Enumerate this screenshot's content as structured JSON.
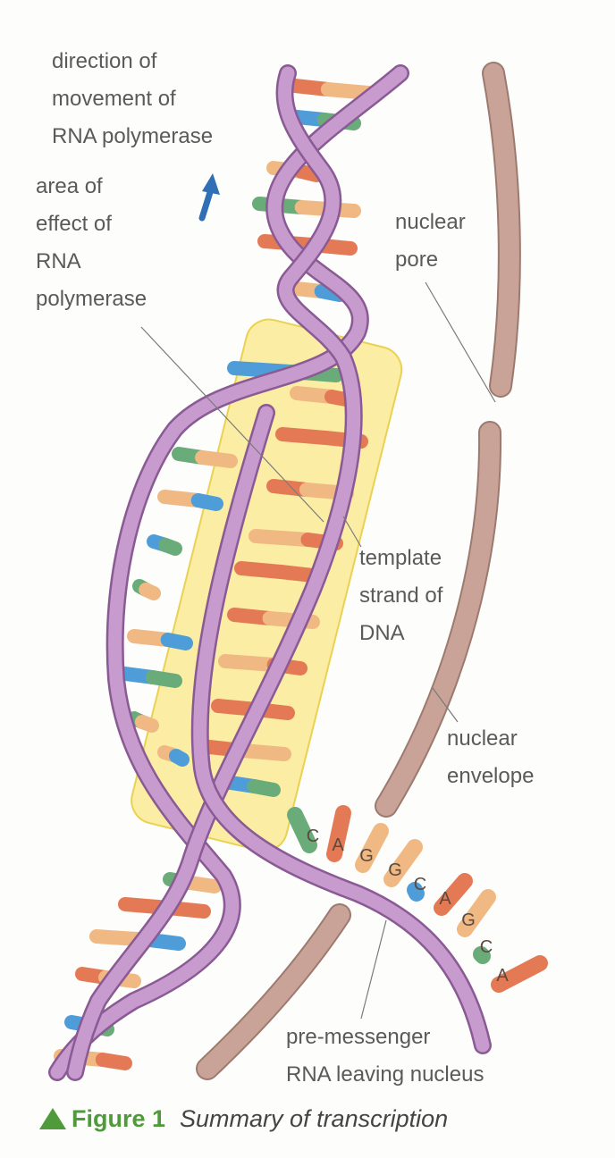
{
  "labels": {
    "direction": [
      "direction of",
      "movement of",
      "RNA polymerase"
    ],
    "area": [
      "area of",
      "effect of",
      "RNA",
      "polymerase"
    ],
    "pore": [
      "nuclear",
      "pore"
    ],
    "template": [
      "template",
      "strand of",
      "DNA"
    ],
    "envelope": [
      "nuclear",
      "envelope"
    ],
    "mrna": [
      "pre-messenger",
      "RNA leaving nucleus"
    ]
  },
  "bases": [
    "C",
    "A",
    "G",
    "G",
    "C",
    "A",
    "G",
    "C",
    "A"
  ],
  "caption": {
    "figure": "Figure 1",
    "title": "Summary of transcription"
  },
  "colors": {
    "backbone": "#c79bcd",
    "backbone_edge": "#8a5a94",
    "base_blue": "#4f9dd8",
    "base_orange": "#e47a55",
    "base_green": "#6aab7a",
    "base_light": "#f0b983",
    "polymerase": "#fbeea0",
    "polymerase_edge": "#e9cf4a",
    "envelope": "#c9a398",
    "arrow": "#2f6fb5"
  }
}
